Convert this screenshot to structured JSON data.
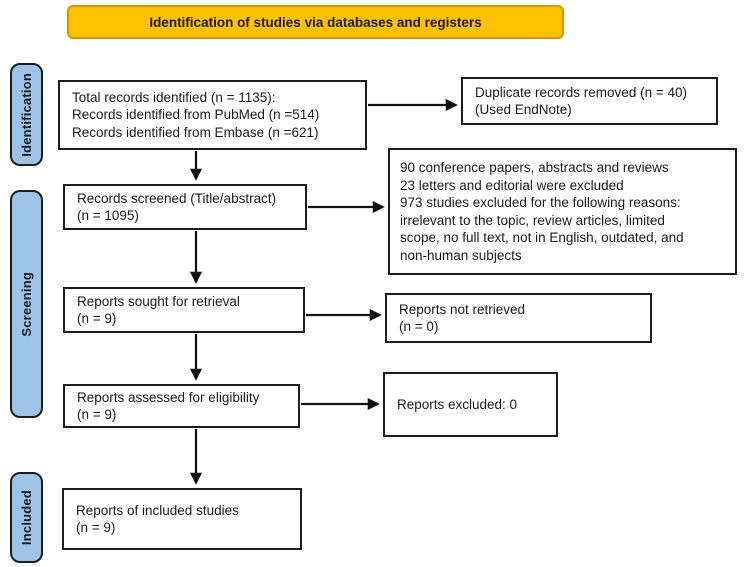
{
  "header": {
    "title": "Identification of studies via databases and registers"
  },
  "colors": {
    "banner_fill": "#FDC101",
    "banner_border": "#D29A00",
    "stage_fill": "#9DC3E6",
    "box_border": "#1D1D1D",
    "arrow": "#111111",
    "text": "#1B1B1B"
  },
  "sidebar": {
    "items": [
      {
        "label": "Identification"
      },
      {
        "label": "Screening"
      },
      {
        "label": "Included"
      }
    ]
  },
  "boxes": {
    "records_identified": {
      "lines": [
        "Total records identified (n = 1135):",
        "Records identified from PubMed (n =514)",
        "Records identified from Embase (n =621)"
      ]
    },
    "duplicates_removed": {
      "lines": [
        "Duplicate records removed (n = 40)",
        "(Used EndNote)"
      ]
    },
    "records_screened": {
      "lines": [
        "Records screened (Title/abstract)",
        "(n = 1095)"
      ]
    },
    "exclusion_reasons": {
      "lines": [
        "90 conference papers, abstracts and reviews",
        "23 letters and editorial were excluded",
        "973 studies excluded for the following reasons:",
        "irrelevant to the topic, review articles, limited",
        "scope, no full text, not in English, outdated, and",
        "non-human subjects"
      ]
    },
    "reports_sought": {
      "lines": [
        "Reports sought for retrieval",
        "(n = 9)"
      ]
    },
    "reports_not_retrieved": {
      "lines": [
        "Reports not retrieved",
        "(n = 0)"
      ]
    },
    "reports_assessed": {
      "lines": [
        "Reports assessed for eligibility",
        "(n = 9)"
      ]
    },
    "reports_excluded": {
      "lines": [
        "Reports excluded: 0"
      ]
    },
    "included_studies": {
      "lines": [
        "Reports of included studies",
        "(n = 9)"
      ]
    }
  }
}
